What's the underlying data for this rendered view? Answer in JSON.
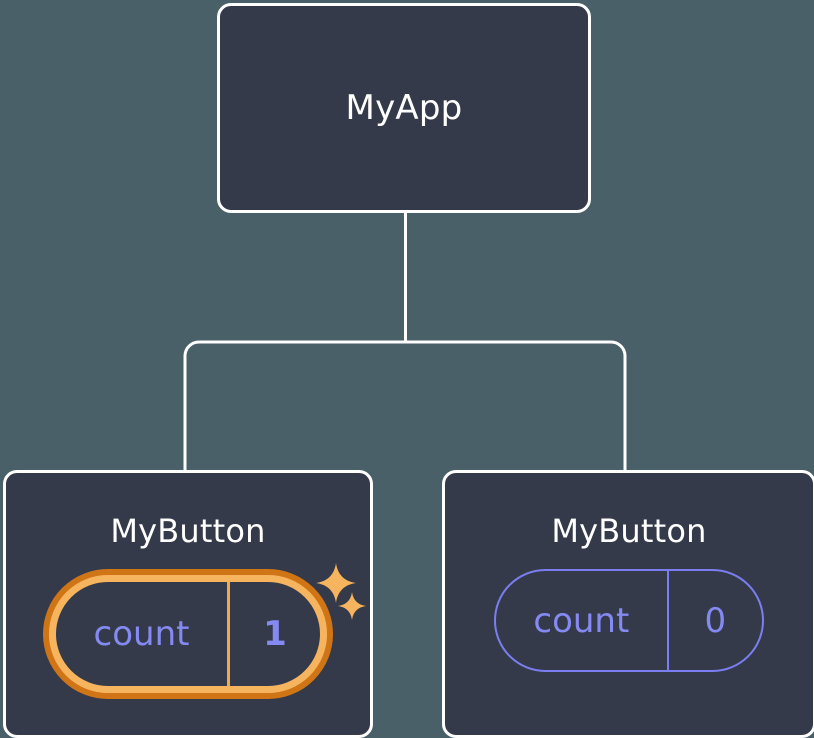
{
  "diagram": {
    "type": "component-tree",
    "background_color": "#4a6069",
    "node_fill": "#343a49",
    "node_border": "#ffffff",
    "connector_color": "#ffffff",
    "accent_purple": "#8589f2",
    "accent_orange_dark": "#cf7516",
    "accent_orange_light": "#f7b45f",
    "root": {
      "title": "MyApp"
    },
    "children": [
      {
        "title": "MyButton",
        "state": {
          "name": "count",
          "value": "1"
        },
        "highlighted": true,
        "sparkles": [
          "sparkle-large",
          "sparkle-small"
        ]
      },
      {
        "title": "MyButton",
        "state": {
          "name": "count",
          "value": "0"
        },
        "highlighted": false,
        "sparkles": []
      }
    ]
  }
}
